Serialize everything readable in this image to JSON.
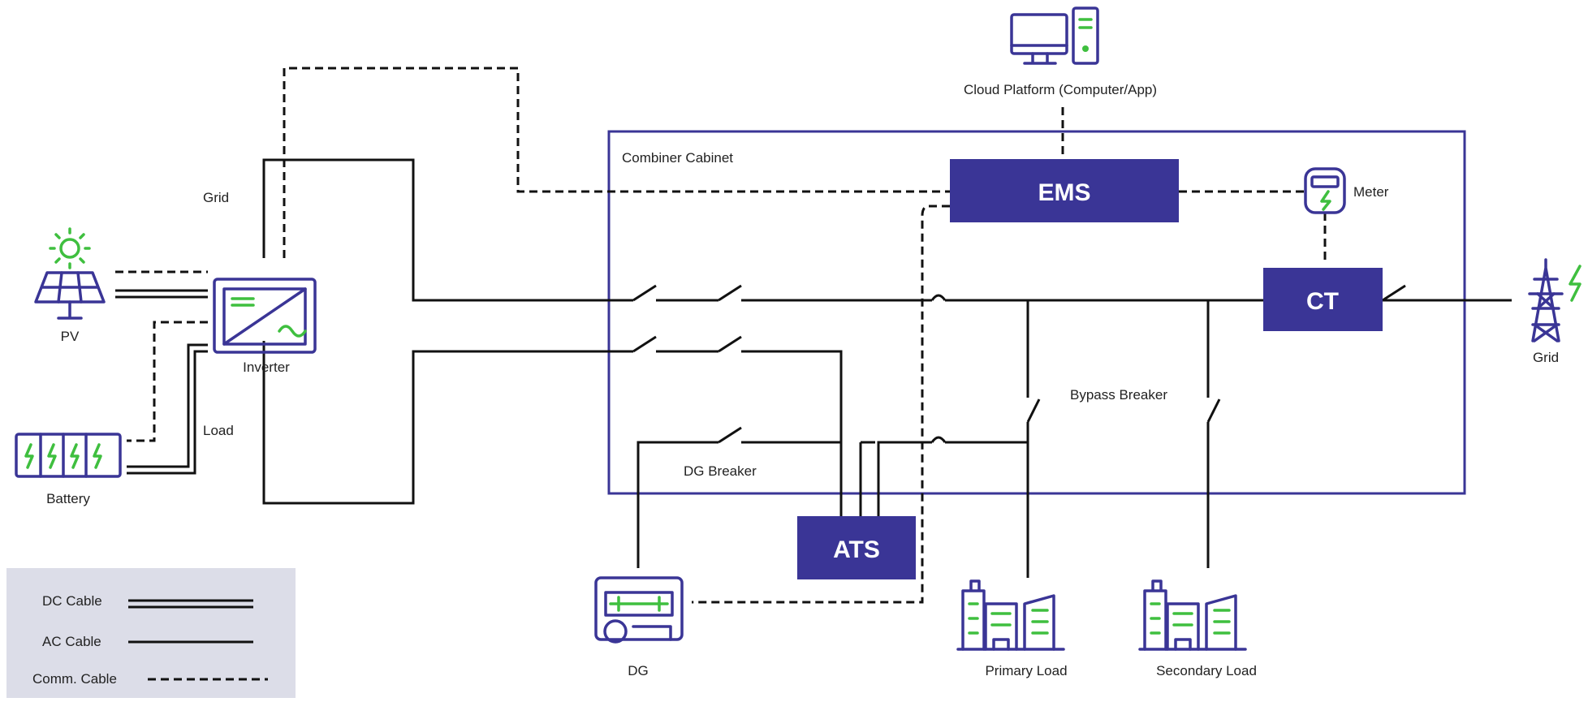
{
  "labels": {
    "cloud": "Cloud Platform (Computer/App)",
    "combiner": "Combiner Cabinet",
    "meter": "Meter",
    "grid_top": "Grid",
    "load": "Load",
    "pv": "PV",
    "inverter": "Inverter",
    "battery": "Battery",
    "grid_right": "Grid",
    "bypass": "Bypass Breaker",
    "dg_breaker": "DG Breaker",
    "dg": "DG",
    "primary_load": "Primary Load",
    "secondary_load": "Secondary Load"
  },
  "boxes": {
    "ems": "EMS",
    "ct": "CT",
    "ats": "ATS"
  },
  "legend": {
    "dc": "DC Cable",
    "ac": "AC Cable",
    "comm": "Comm. Cable"
  },
  "colors": {
    "accent": "#3a3596",
    "green": "#3fbf3f",
    "legend_bg": "#dcdde8",
    "line": "#111111"
  }
}
